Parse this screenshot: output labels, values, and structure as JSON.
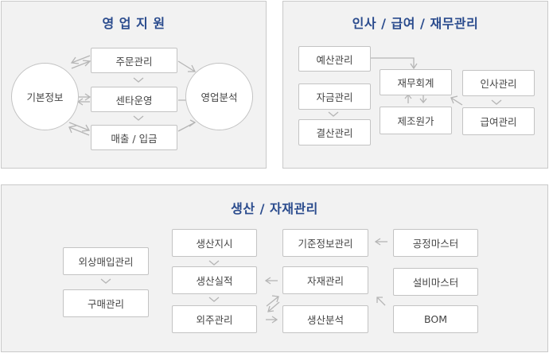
{
  "sales_panel": {
    "title": "영 업 지 원",
    "nodes": {
      "basic_info": "기본정보",
      "order_mgmt": "주문관리",
      "center_ops": "센타운영",
      "sales_collect": "매출 / 입금",
      "sales_analysis": "영업분석"
    }
  },
  "hr_panel": {
    "title": "인사 / 급여 / 재무관리",
    "nodes": {
      "budget": "예산관리",
      "funds": "자금관리",
      "settlement": "결산관리",
      "accounting": "재무회계",
      "manufacturing_cost": "제조원가",
      "personnel": "인사관리",
      "payroll": "급여관리"
    }
  },
  "production_panel": {
    "title": "생산 / 자재관리",
    "nodes": {
      "outsource_purchase": "외상매입관리",
      "purchase": "구매관리",
      "production_order": "생산지시",
      "production_result": "생산실적",
      "outsourcing": "외주관리",
      "standard_info": "기준정보관리",
      "materials": "자재관리",
      "production_analysis": "생산분석",
      "process_master": "공정마스터",
      "equipment_master": "설비마스터",
      "bom": "BOM"
    }
  },
  "colors": {
    "title": "#2a4b8d",
    "panel_bg": "#f2f2f2",
    "border": "#c3c3c3",
    "arrow": "#b5b5b5"
  }
}
